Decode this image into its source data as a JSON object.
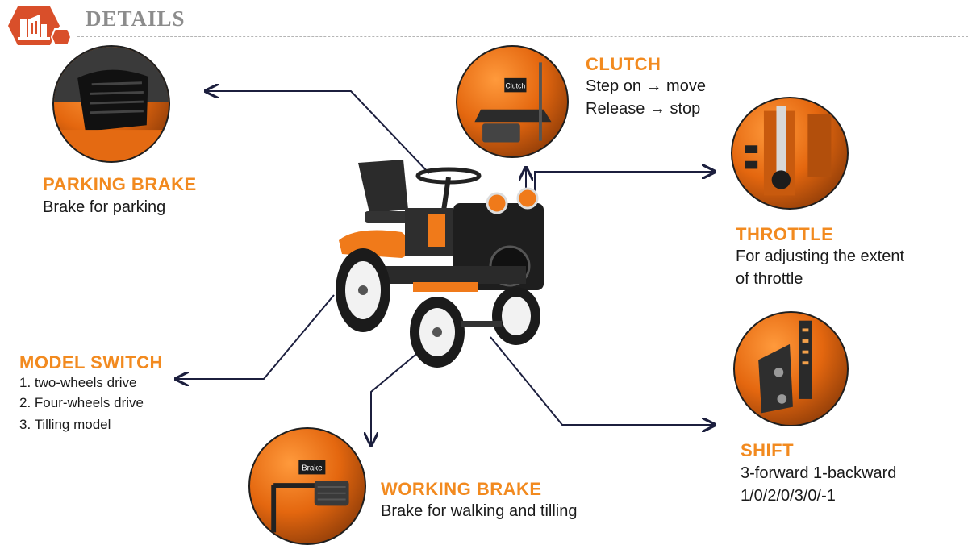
{
  "header": {
    "title": "DETAILS",
    "logo_icon": "factory-building-icon"
  },
  "colors": {
    "accent": "#f28a1f",
    "arrow": "#1c1f3e",
    "logo": "#d94f2a"
  },
  "features": {
    "parking_brake": {
      "title": "PARKING BRAKE",
      "lines": [
        "Brake for parking"
      ]
    },
    "clutch": {
      "title": "CLUTCH",
      "lines": [
        "Step on → move",
        "Release → stop"
      ],
      "plate_label": "Clutch"
    },
    "throttle": {
      "title": "THROTTLE",
      "lines": [
        "For adjusting the extent",
        "of throttle"
      ]
    },
    "model_switch": {
      "title": "MODEL SWITCH",
      "lines": [
        "1. two-wheels drive",
        "2. Four-wheels drive",
        "3. Tilling model"
      ]
    },
    "working_brake": {
      "title": "WORKING BRAKE",
      "lines": [
        "Brake for walking and tilling"
      ],
      "plate_label": "Brake"
    },
    "shift": {
      "title": "SHIFT",
      "lines": [
        "3-forward 1-backward",
        "1/0/2/0/3/0/-1"
      ]
    }
  }
}
